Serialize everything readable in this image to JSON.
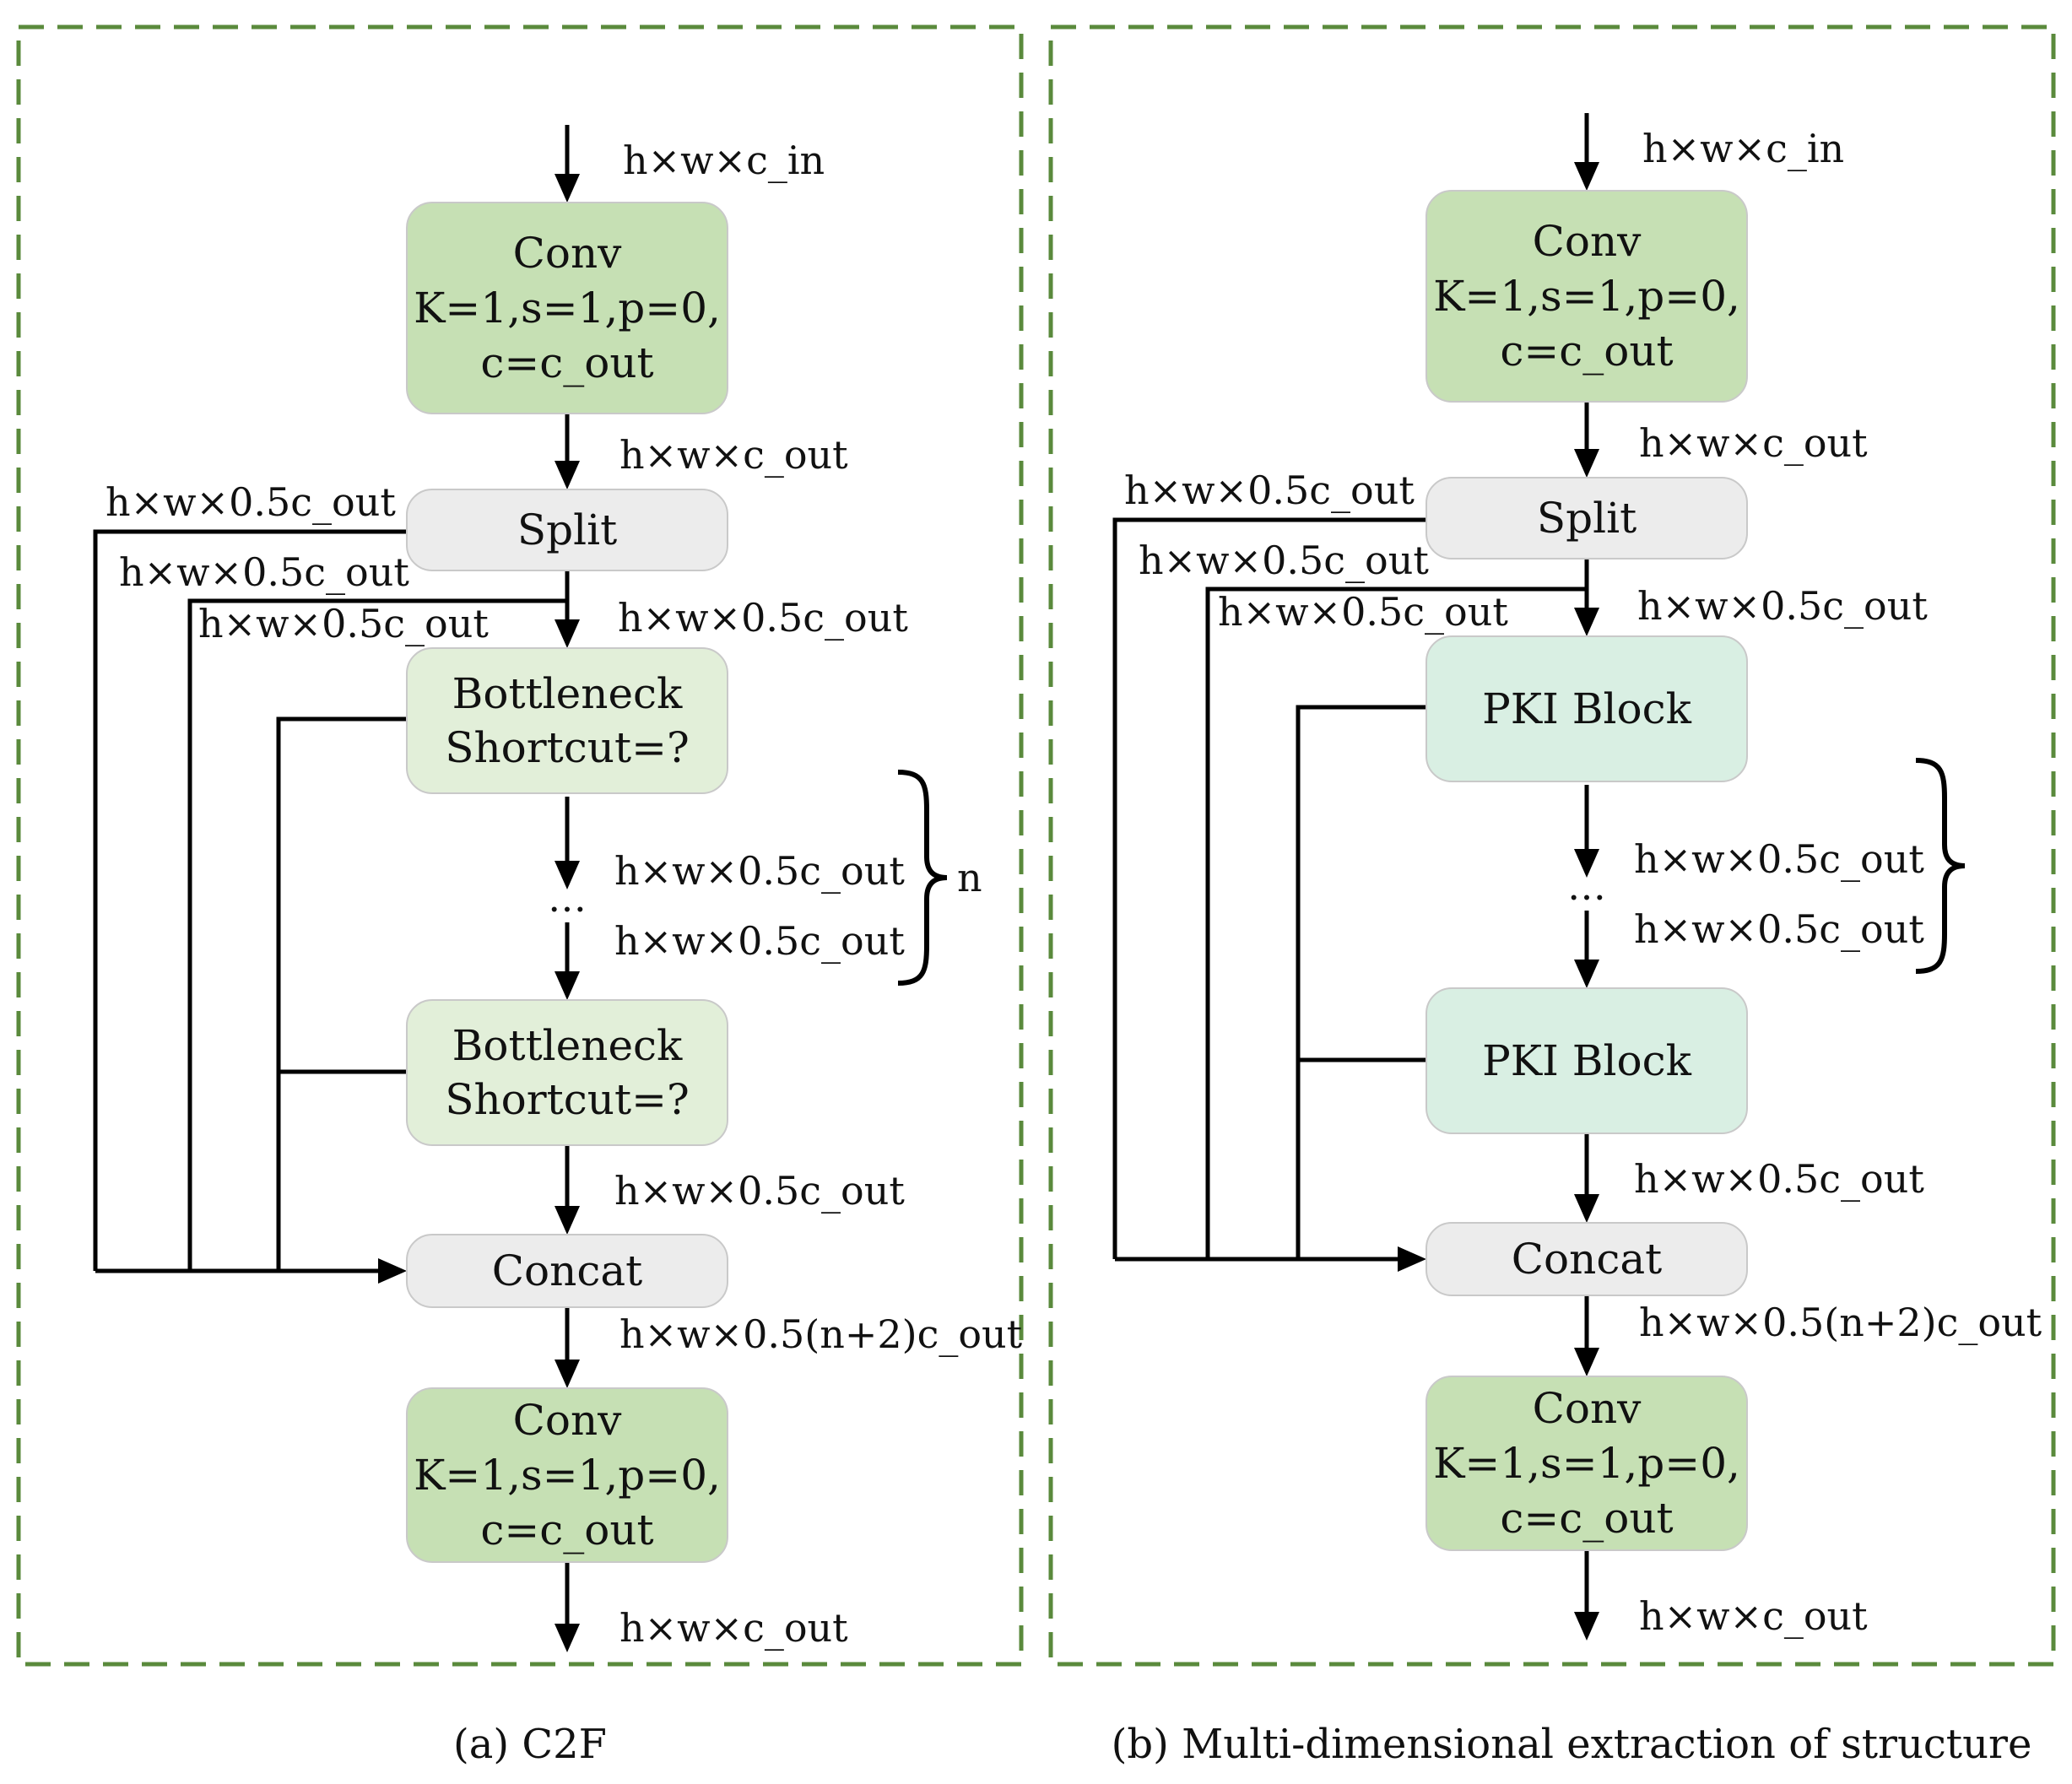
{
  "colors": {
    "frame": "#5a8a3c",
    "conv_fill": "#c6e0b4",
    "bottleneck_fill": "#e2efd9",
    "pki_fill": "#d9efe3",
    "neutral_fill": "#ececec",
    "box_stroke": "#c9c9c9",
    "line": "#000000"
  },
  "panel_a": {
    "caption": "(a) C2F",
    "conv_top": [
      "Conv",
      "K=1,s=1,p=0,",
      "c=c_out"
    ],
    "split": "Split",
    "block1": [
      "Bottleneck",
      "Shortcut=?"
    ],
    "block2": [
      "Bottleneck",
      "Shortcut=?"
    ],
    "concat": "Concat",
    "conv_bottom": [
      "Conv",
      "K=1,s=1,p=0,",
      "c=c_out"
    ],
    "dots": "…",
    "brace_label": "n",
    "labels": {
      "input": "h×w×c_in",
      "after_conv": "h×w×c_out",
      "split_branch_1": "h×w×0.5c_out",
      "split_branch_2": "h×w×0.5c_out",
      "split_branch_3": "h×w×0.5c_out",
      "split_main": "h×w×0.5c_out",
      "repeat_1": "h×w×0.5c_out",
      "repeat_2": "h×w×0.5c_out",
      "after_block2": "h×w×0.5c_out",
      "after_concat": "h×w×0.5(n+2)c_out",
      "output": "h×w×c_out"
    }
  },
  "panel_b": {
    "caption": "(b) Multi-dimensional extraction of structure",
    "conv_top": [
      "Conv",
      "K=1,s=1,p=0,",
      "c=c_out"
    ],
    "split": "Split",
    "block1": [
      "PKI Block"
    ],
    "block2": [
      "PKI Block"
    ],
    "concat": "Concat",
    "conv_bottom": [
      "Conv",
      "K=1,s=1,p=0,",
      "c=c_out"
    ],
    "dots": "…",
    "labels": {
      "input": "h×w×c_in",
      "after_conv": "h×w×c_out",
      "split_branch_1": "h×w×0.5c_out",
      "split_branch_2": "h×w×0.5c_out",
      "split_branch_3": "h×w×0.5c_out",
      "split_main": "h×w×0.5c_out",
      "repeat_1": "h×w×0.5c_out",
      "repeat_2": "h×w×0.5c_out",
      "after_block2": "h×w×0.5c_out",
      "after_concat": "h×w×0.5(n+2)c_out",
      "output": "h×w×c_out"
    }
  }
}
